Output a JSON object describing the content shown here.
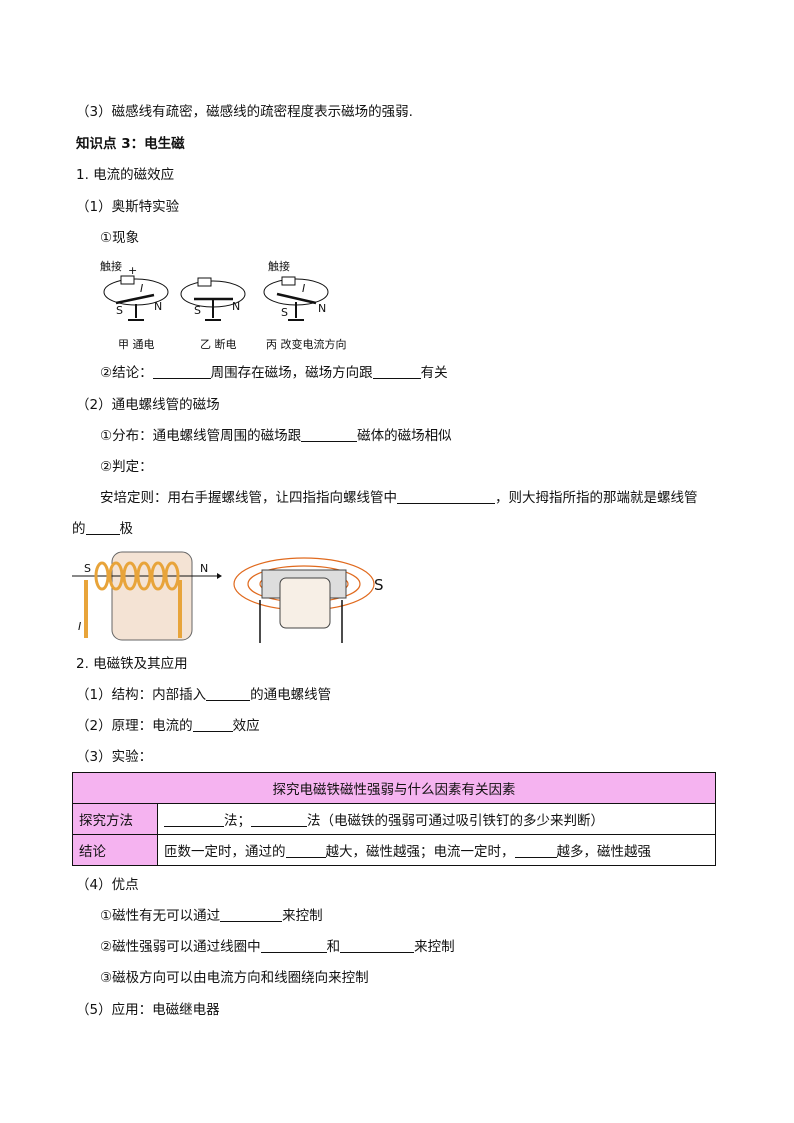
{
  "p1": "（3）磁感线有疏密，磁感线的疏密程度表示磁场的强弱.",
  "kp3": "知识点 3：电生磁",
  "s1": "1. 电流的磁效应",
  "s1_1": "（1）奥斯特实验",
  "s1_1_a": "①现象",
  "fig1": {
    "touch": "触接",
    "plus": "+",
    "S": "S",
    "N": "N",
    "I": "I",
    "cap_a": "甲  通电",
    "cap_b": "乙  断电",
    "cap_c": "丙 改变电流方向"
  },
  "concl": {
    "a": "②结论：",
    "b": "周围存在磁场，磁场方向跟",
    "c": "有关"
  },
  "s1_2": "（2）通电螺线管的磁场",
  "dist": {
    "a": "①分布：通电螺线管周围的磁场跟",
    "b": "磁体的磁场相似"
  },
  "judge": "②判定：",
  "ampere": {
    "a": "安培定则：用右手握螺线管，让四指指向螺线管中",
    "b": "，则大拇指所指的那端就是螺线管"
  },
  "ampere2": {
    "a": "的",
    "b": "极"
  },
  "fig2": {
    "S": "S",
    "N": "N",
    "I": "I",
    "S2": "S"
  },
  "s2": "2. 电磁铁及其应用",
  "s2_1": {
    "a": "（1）结构：内部插入",
    "b": "的通电螺线管"
  },
  "s2_2": {
    "a": "（2）原理：电流的",
    "b": "效应"
  },
  "s2_3": "（3）实验：",
  "table": {
    "header": "探究电磁铁磁性强弱与什么因素有关因素",
    "row1_label": "探究方法",
    "row1": {
      "a": "法；",
      "b": "法（电磁铁的强弱可通过吸引铁钉的多少来判断）"
    },
    "row2_label": "结论",
    "row2": {
      "a": "匝数一定时，通过的",
      "b": "越大，磁性越强；电流一定时，",
      "c": "越多，磁性越强"
    }
  },
  "s2_4": "（4）优点",
  "adv1": {
    "a": "①磁性有无可以通过",
    "b": "来控制"
  },
  "adv2": {
    "a": "②磁性强弱可以通过线圈中",
    "b": "和",
    "c": "来控制"
  },
  "adv3": "③磁极方向可以由电流方向和线圈绕向来控制",
  "s2_5": "（5）应用：电磁继电器",
  "colors": {
    "table_fill": "#f5b3f0",
    "coil": "#e8a43a",
    "field_lines": "#e06a1e"
  }
}
